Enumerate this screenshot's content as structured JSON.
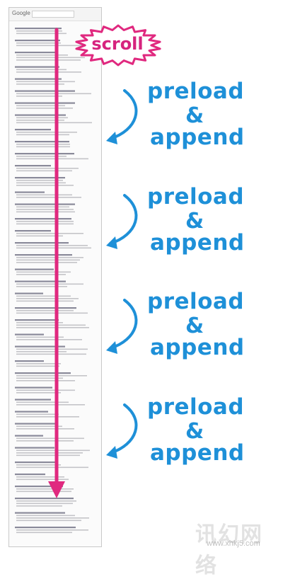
{
  "scroll_label": "scroll",
  "steps": [
    {
      "line1": "preload",
      "line2": "&",
      "line3": "append"
    },
    {
      "line1": "preload",
      "line2": "&",
      "line3": "append"
    },
    {
      "line1": "preload",
      "line2": "&",
      "line3": "append"
    },
    {
      "line1": "preload",
      "line2": "&",
      "line3": "append"
    }
  ],
  "page_thumbnail": {
    "logo": "Google"
  },
  "watermark": {
    "text": "讯幻网络",
    "url": "www.xhkj5.com"
  },
  "colors": {
    "scroll_accent": "#e0297f",
    "label_blue": "#1e90d8",
    "page_border": "#c9c9c9"
  },
  "icons": {
    "scroll_burst": "starburst-badge",
    "scroll_arrow": "down-arrow",
    "step_arrow": "curved-down-left-arrow"
  }
}
